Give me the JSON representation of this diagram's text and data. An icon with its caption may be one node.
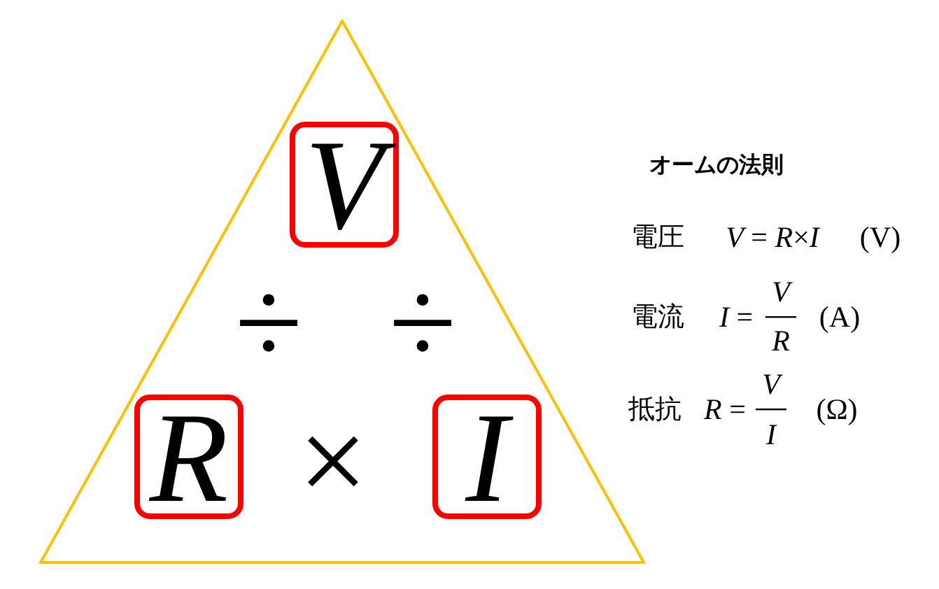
{
  "diagram": {
    "title": "オームの法則",
    "nodes": [
      {
        "text": [],
        "shape": "triangle"
      },
      {
        "text": [
          "V"
        ],
        "in": 0
      },
      {
        "text": [
          "R"
        ],
        "in": 0
      },
      {
        "text": [
          "I"
        ],
        "in": 0
      }
    ],
    "labels": [
      "÷",
      "÷",
      "×",
      "電圧",
      "*V* = *R*×*I*",
      "(V)",
      "電流",
      "*I* =",
      "V",
      "R",
      "(A)",
      "抵抗",
      "*R* =",
      "V",
      "I",
      "(Ω)"
    ]
  }
}
